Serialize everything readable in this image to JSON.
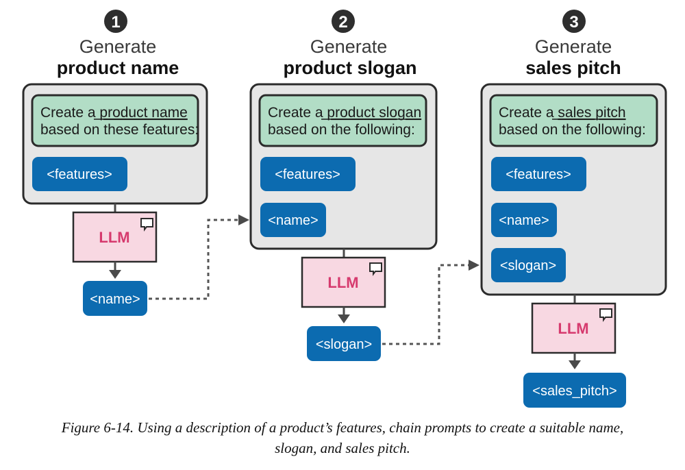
{
  "steps": [
    {
      "number": "1",
      "line1": "Generate",
      "line2": "product name",
      "instruction_prefix": "Create a ",
      "instruction_link": "product name",
      "instruction_line2": "based on these features:",
      "inputs": [
        "<features>"
      ],
      "model": "LLM",
      "output": "<name>"
    },
    {
      "number": "2",
      "line1": "Generate",
      "line2": "product slogan",
      "instruction_prefix": "Create a ",
      "instruction_link": "product slogan",
      "instruction_line2": "based on the following:",
      "inputs": [
        "<features>",
        "<name>"
      ],
      "model": "LLM",
      "output": "<slogan>"
    },
    {
      "number": "3",
      "line1": "Generate",
      "line2": "sales pitch",
      "instruction_prefix": "Create a ",
      "instruction_link": "sales pitch",
      "instruction_line2": "based on the following:",
      "inputs": [
        "<features>",
        "<name>",
        "<slogan>"
      ],
      "model": "LLM",
      "output": "<sales_pitch>"
    }
  ],
  "caption": {
    "line1": "Figure 6-14. Using a description of a product’s features, chain prompts to create a suitable name,",
    "line2": "slogan, and sales pitch."
  },
  "icons": {
    "badge": "numbered-circle-icon",
    "llm": "chat-bubble-icon"
  }
}
